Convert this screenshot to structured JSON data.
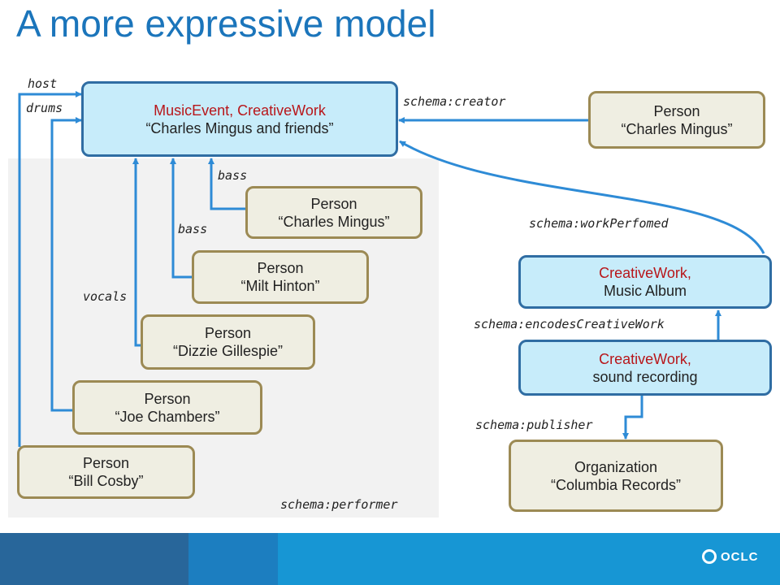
{
  "title": "A more expressive model",
  "nodes": {
    "event": {
      "type": "MusicEvent, CreativeWork",
      "name": "“Charles Mingus and friends”"
    },
    "creator": {
      "type": "Person",
      "name": "“Charles Mingus”"
    },
    "mingus": {
      "type": "Person",
      "name": "“Charles Mingus”"
    },
    "hinton": {
      "type": "Person",
      "name": "“Milt Hinton”"
    },
    "gillespie": {
      "type": "Person",
      "name": "“Dizzie Gillespie”"
    },
    "chambers": {
      "type": "Person",
      "name": "“Joe Chambers”"
    },
    "cosby": {
      "type": "Person",
      "name": "“Bill Cosby”"
    },
    "album": {
      "type": "CreativeWork,",
      "name": "Music Album"
    },
    "recording": {
      "type": "CreativeWork,",
      "name": "sound recording"
    },
    "columbia": {
      "type": "Organization",
      "name": "“Columbia Records”"
    }
  },
  "labels": {
    "host": "host",
    "drums": "drums",
    "bass1": "bass",
    "bass2": "bass",
    "vocals": "vocals",
    "performer": "schema:performer",
    "creator": "schema:creator",
    "workPerformed": "schema:workPerfomed",
    "encodes": "schema:encodesCreativeWork",
    "publisher": "schema:publisher"
  },
  "colors": {
    "title": "#1b75bb",
    "arrow_blue": "#2e8bd6",
    "arrow_olive": "#9c8a54",
    "person_fill": "#efeee2",
    "creativework_fill": "#c7ecfa",
    "type_red": "#b8161a"
  },
  "footer": {
    "logo_text": "OCLC"
  }
}
